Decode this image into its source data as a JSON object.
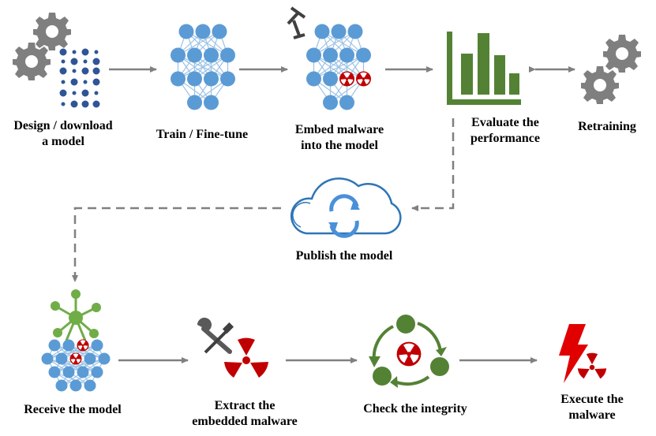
{
  "steps": {
    "design": {
      "line1": "Design / download",
      "line2": "a model"
    },
    "train": {
      "line1": "Train / Fine-tune"
    },
    "embed": {
      "line1": "Embed malware",
      "line2": "into the model"
    },
    "evaluate": {
      "line1": "Evaluate the",
      "line2": "performance"
    },
    "retraining": {
      "line1": "Retraining"
    },
    "publish": {
      "line1": "Publish the model"
    },
    "receive": {
      "line1": "Receive the model"
    },
    "extract": {
      "line1": "Extract the",
      "line2": "embedded malware"
    },
    "check": {
      "line1": "Check the integrity"
    },
    "execute": {
      "line1": "Execute the",
      "line2": "malware"
    }
  },
  "colors": {
    "neuron_blue": "#5b9bd5",
    "edge_blue": "#9dc3e6",
    "gear_gray": "#7f7f7f",
    "dot_navy": "#2f5597",
    "malware_red": "#c00000",
    "chart_green": "#548235",
    "check_green": "#548235",
    "leaf_green": "#70ad47",
    "cloud_blue": "#2e75b6",
    "arrow_gray": "#808080"
  },
  "icons": [
    "gear-icon",
    "dot-matrix-icon",
    "neural-network-icon",
    "syringe-icon",
    "radiation-icon",
    "bar-chart-icon",
    "cloud-sync-icon",
    "hub-icon",
    "wrench-icon",
    "cycle-arrows-icon",
    "lightning-icon"
  ]
}
